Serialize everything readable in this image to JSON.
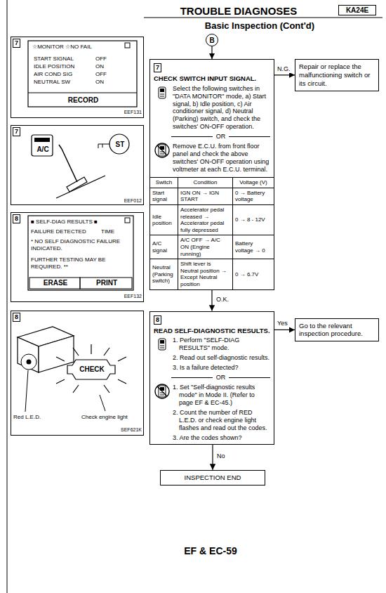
{
  "diagram": {
    "title": "TROUBLE DIAGNOSES",
    "nodes": [
      {
        "text": [
          "KA24E"
        ]
      },
      {
        "text": [
          "B"
        ]
      },
      {
        "text": [
          "7",
          "CHECK SWITCH INPUT SIGNAL.",
          "Select the following switches in \"DATA MONITOR\" mode, a) Start signal, b) Idle position, c) Air conditioner signal, d) Neutral (Parking) switch, and check the switches' ON-OFF operation.",
          "OR",
          "Remove E.C.U. from front floor panel and check the above switches' ON-OFF operation using voltmeter at each E.C.U. terminal."
        ]
      },
      {
        "text": [
          "Repair or replace the malfunctioning switch or its circuit."
        ]
      },
      {
        "text": [
          "8",
          "READ SELF-DIAGNOSTIC RESULTS.",
          "1. Perform \"SELF-DIAG RESULTS\" mode.",
          "2. Read out self-diagnostic results.",
          "3. Is a failure detected?",
          "OR",
          "1. Set \"Self-diagnostic results mode\" in Mode II. (Refer to page EF & EC-45.)",
          "2. Count the number of RED L.E.D. or check engine light flashes and read out the codes.",
          "3. Are the codes shown?"
        ]
      },
      {
        "text": [
          "Go to the relevant inspection procedure."
        ]
      },
      {
        "text": [
          "INSPECTION END"
        ]
      },
      {
        "text": [
          "7",
          "☆MONITOR ☆NO FAIL",
          "START SIGNAL",
          "OFF",
          "IDLE POSITION",
          "ON",
          "AIR COND SIG",
          "OFF",
          "NEUTRAL SW",
          "ON",
          "RECORD",
          "EEF131"
        ]
      },
      {
        "text": [
          "7",
          "A/C",
          "ST",
          "EEF012"
        ]
      },
      {
        "text": [
          "8",
          "■ SELF-DIAG RESULTS ■",
          "FAILURE DETECTED",
          "TIME",
          "* NO SELF DIAGNOSTIC FAILURE INDICATED.",
          "FURTHER TESTING MAY BE REQUIRED. **",
          "ERASE",
          "PRINT",
          "EEF132"
        ]
      },
      {
        "text": [
          "8",
          "CHECK",
          "Red L.E.D.",
          "Check engine light",
          "SEF621K"
        ]
      }
    ],
    "edges": [
      {
        "from": 1,
        "to": 2,
        "arrow": "to"
      },
      {
        "from": 2,
        "to": 3,
        "label": "N.G.",
        "arrow": "to"
      },
      {
        "from": 2,
        "to": 4,
        "label": "O.K.",
        "arrow": "to"
      },
      {
        "from": 4,
        "to": 5,
        "label": "Yes",
        "arrow": "to"
      },
      {
        "from": 4,
        "to": 6,
        "label": "No",
        "arrow": "to"
      }
    ],
    "labels": [
      "Basic Inspection (Cont'd)",
      "Switch",
      "Condition",
      "Voltage (V)",
      "Start signal",
      "IGN ON → IGN START",
      "0 → Battery voltage",
      "Idle position",
      "Accelerator pedal released → Accelerator pedal fully depressed",
      "0 → 8 - 12V",
      "A/C signal",
      "A/C OFF → A/C ON (Engine running)",
      "Battery voltage → 0",
      "Neutral (Parking switch)",
      "Shift lever is Neutral position → Except Neutral position",
      "0 → 6.7V",
      "EF & EC-59"
    ]
  }
}
